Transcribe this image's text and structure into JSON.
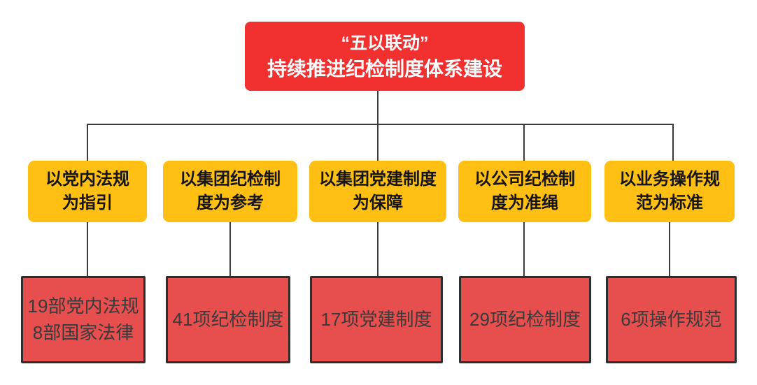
{
  "root": {
    "line1": "“五以联动”",
    "line2": "持续推进纪检制度体系建设"
  },
  "branches": [
    {
      "line1": "以党内法规",
      "line2": "为指引"
    },
    {
      "line1": "以集团纪检制",
      "line2": "度为参考"
    },
    {
      "line1": "以集团党建制度",
      "line2": "为保障"
    },
    {
      "line1": "以公司纪检制",
      "line2": "度为准绳"
    },
    {
      "line1": "以业务操作规",
      "line2": "范为标准"
    }
  ],
  "leaves": [
    {
      "line1": "19部党内法规",
      "line2": "8部国家法律"
    },
    {
      "line1": "41项纪检制度"
    },
    {
      "line1": "17项党建制度"
    },
    {
      "line1": "29项纪检制度"
    },
    {
      "line1": "6项操作规范"
    }
  ],
  "colors": {
    "root_fill": "#F23030",
    "root_text": "#FFFFFF",
    "branch_fill": "#FFC013",
    "branch_text": "#141414",
    "leaf_fill": "#E74F4F",
    "leaf_border": "#2E2E2E",
    "leaf_text": "#3A3A3A",
    "connector": "#3A3A3A",
    "background": "#FFFFFF"
  }
}
